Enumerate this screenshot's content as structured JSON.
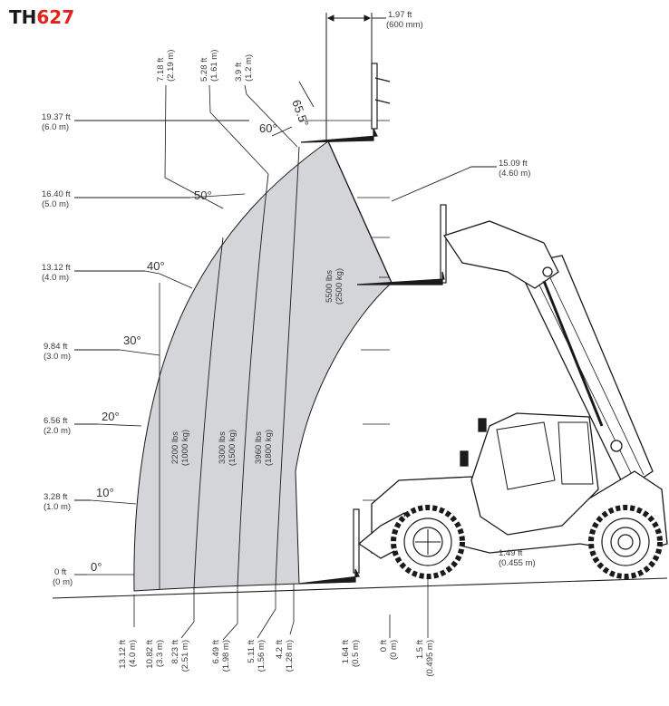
{
  "brand": {
    "prefix": "TH",
    "model": "627",
    "accent": "#e2231a"
  },
  "colors": {
    "zone": "#d4d5d9",
    "line": "#1a1a1a",
    "text": "#3a3a3a"
  },
  "heights": [
    {
      "ft": "19.37 ft",
      "m": "(6.0 m)"
    },
    {
      "ft": "16.40 ft",
      "m": "(5.0 m)"
    },
    {
      "ft": "13.12 ft",
      "m": "(4.0 m)"
    },
    {
      "ft": "9.84 ft",
      "m": "(3.0 m)"
    },
    {
      "ft": "6.56 ft",
      "m": "(2.0 m)"
    },
    {
      "ft": "3.28 ft",
      "m": "(1.0 m)"
    },
    {
      "ft": "0 ft",
      "m": "(0 m)"
    }
  ],
  "angles": [
    "0°",
    "10°",
    "20°",
    "30°",
    "40°",
    "50°",
    "60°",
    "65.5°"
  ],
  "top_reach": [
    {
      "ft": "7.18 ft",
      "m": "(2.19 m)"
    },
    {
      "ft": "5.28 ft",
      "m": "(1.61 m)"
    },
    {
      "ft": "3.9 ft",
      "m": "(1.2 m)"
    }
  ],
  "bottom_reach": [
    {
      "ft": "13.12 ft",
      "m": "(4.0 m)"
    },
    {
      "ft": "10.82 ft",
      "m": "(3.3 m)"
    },
    {
      "ft": "8.23 ft",
      "m": "(2.51 m)"
    },
    {
      "ft": "6.49 ft",
      "m": "(1.98 m)"
    },
    {
      "ft": "5.11 ft",
      "m": "(1.56 m)"
    },
    {
      "ft": "4.2 ft",
      "m": "(1.28 m)"
    },
    {
      "ft": "1.64 ft",
      "m": "(0.5 m)"
    },
    {
      "ft": "0 ft",
      "m": "(0 m)"
    },
    {
      "ft": "1.5 ft",
      "m": "(0.495 m)"
    }
  ],
  "capacities": [
    {
      "lbs": "2200 lbs",
      "kg": "(1000 kg)"
    },
    {
      "lbs": "3300 lbs",
      "kg": "(1500 kg)"
    },
    {
      "lbs": "3960 lbs",
      "kg": "(1800 kg)"
    },
    {
      "lbs": "5500 lbs",
      "kg": "(2500 kg)"
    }
  ],
  "fork_width": {
    "ft": "1.97 ft",
    "mm": "(600 mm)"
  },
  "max_height": {
    "ft": "15.09 ft",
    "m": "(4.60 m)"
  },
  "ground_clearance": {
    "ft": "1.49 ft",
    "m": "(0.455 m)"
  }
}
